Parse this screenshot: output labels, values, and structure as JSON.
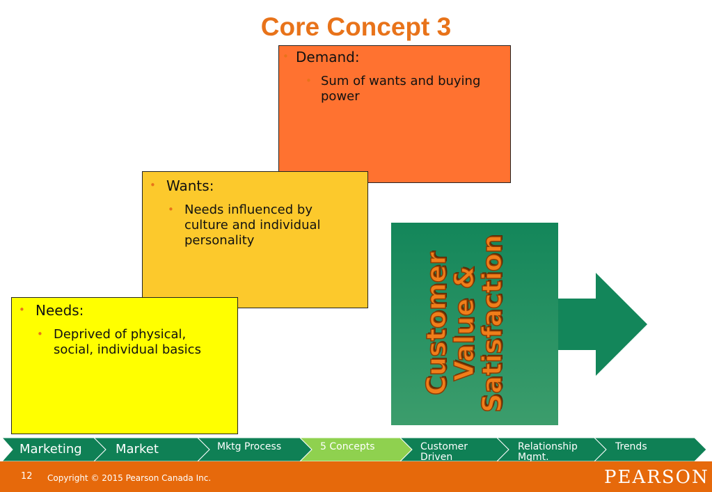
{
  "slide": {
    "title": "Core Concept 3",
    "boxes": {
      "demand": {
        "heading": "Demand:",
        "detail": "Sum of wants and buying power",
        "color": "#ff7230"
      },
      "wants": {
        "heading": "Wants:",
        "detail": "Needs influenced by culture and individual personality",
        "color": "#fcc92c"
      },
      "needs": {
        "heading": "Needs:",
        "detail": "Deprived of physical, social, individual basics",
        "color": "#ffff00"
      }
    },
    "customer_value": {
      "line1": "Customer",
      "line2": "Value &",
      "line3": "Satisfaction",
      "color": "#13865a",
      "icon": "right-arrow-icon"
    }
  },
  "nav": {
    "items": [
      {
        "label": "Marketing"
      },
      {
        "label": "Market"
      },
      {
        "label": "Mktg Process"
      },
      {
        "label": "5 Concepts",
        "active": true
      },
      {
        "label": "Customer Driven"
      },
      {
        "label": "Relationship Mgmt."
      },
      {
        "label": "Trends"
      }
    ],
    "colors": {
      "default": "#0f8055",
      "active": "#8fd14f"
    }
  },
  "footer": {
    "page_number": "12",
    "copyright": "Copyright © 2015 Pearson Canada Inc.",
    "logo": "PEARSON",
    "color": "#e6690b"
  }
}
